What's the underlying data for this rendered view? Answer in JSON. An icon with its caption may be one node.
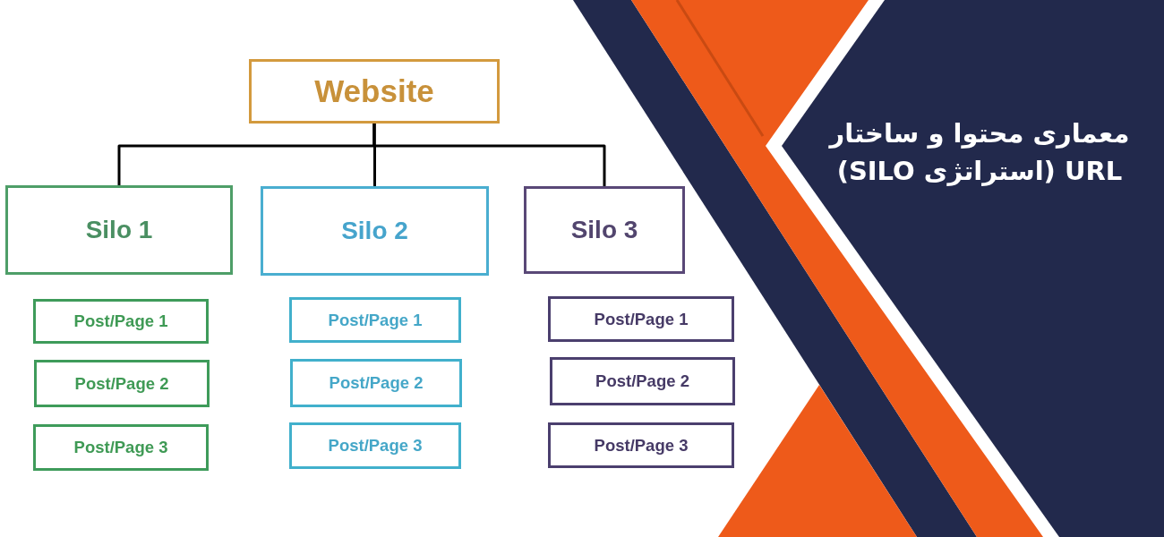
{
  "diagram": {
    "title": "معماری محتوا و ساختار URL (استراتژی SILO)",
    "nodes": [
      {
        "text": [
          "Website"
        ]
      },
      {
        "text": [
          "Silo 1"
        ]
      },
      {
        "text": [
          "Silo 2"
        ]
      },
      {
        "text": [
          "Silo 3"
        ]
      },
      {
        "text": [
          "Post/Page 1"
        ]
      },
      {
        "text": [
          "Post/Page 1"
        ]
      },
      {
        "text": [
          "Post/Page 1"
        ]
      },
      {
        "text": [
          "Post/Page 2"
        ]
      },
      {
        "text": [
          "Post/Page 2"
        ]
      },
      {
        "text": [
          "Post/Page 2"
        ]
      },
      {
        "text": [
          "Post/Page 3"
        ]
      },
      {
        "text": [
          "Post/Page 3"
        ]
      },
      {
        "text": [
          "Post/Page 3"
        ]
      }
    ],
    "edges": [
      {
        "from": 0,
        "to": 1,
        "arrow": "none"
      },
      {
        "from": 0,
        "to": 2,
        "arrow": "none"
      },
      {
        "from": 0,
        "to": 3,
        "arrow": "none"
      }
    ]
  }
}
